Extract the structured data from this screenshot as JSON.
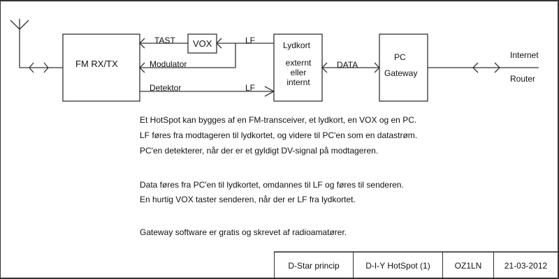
{
  "diagram": {
    "blocks": {
      "fm": "FM RX/TX",
      "vox": "VOX",
      "soundcard_title": "Lydkort",
      "soundcard_sub": [
        "externt",
        "eller",
        "internt"
      ],
      "pc_title": "PC",
      "pc_sub": "Gateway"
    },
    "signals": {
      "tast": "TAST",
      "lf_top": "LF",
      "modulator": "Modulator",
      "detektor": "Detektor",
      "lf_bottom": "LF",
      "data": "DATA",
      "internet": "Internet",
      "router": "Router"
    }
  },
  "description": {
    "paragraph1": [
      "Et HotSpot kan bygges af en FM-transceiver, et lydkort, en VOX og en PC.",
      "LF føres fra modtageren til lydkortet, og videre til PC'en som en datastrøm.",
      "PC'en detekterer, når der er et gyldigt DV-signal på modtageren."
    ],
    "paragraph2": [
      "Data føres fra PC'en til lydkortet, omdannes til LF og føres til senderen.",
      "En hurtig VOX taster senderen, når der er LF fra lydkortet."
    ],
    "paragraph3": [
      "Gateway software er gratis og skrevet af radioamatører."
    ]
  },
  "title_block": {
    "subject": "D-Star princip",
    "title": "D-I-Y HotSpot (1)",
    "author": "OZ1LN",
    "date": "21-03-2012"
  }
}
